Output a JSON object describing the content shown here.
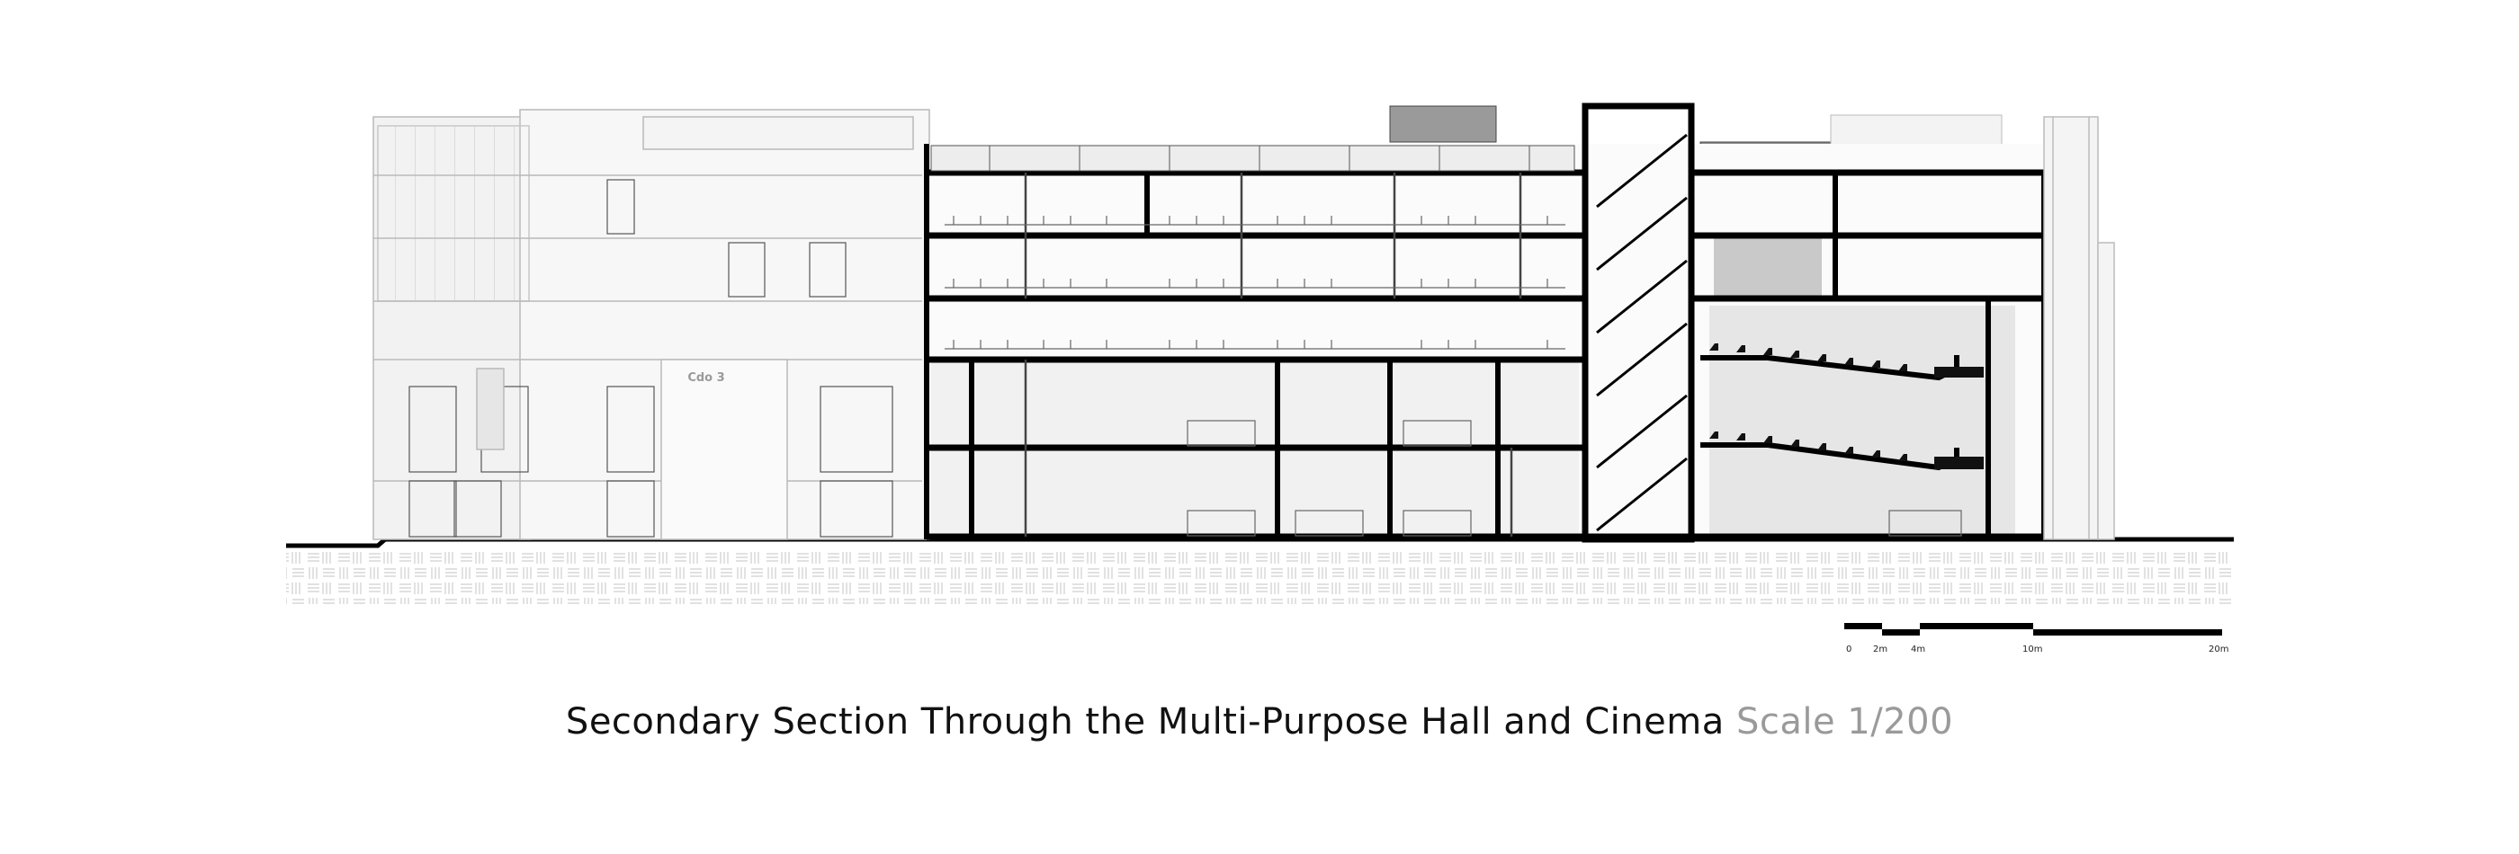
{
  "caption": {
    "title": "Secondary Section Through the Multi-Purpose Hall and Cinema",
    "scale": "Scale 1/200"
  },
  "building_sign": "Cdo 3",
  "scale_bar": {
    "ticks": [
      "0",
      "2m",
      "4m",
      "10m",
      "20m"
    ]
  }
}
